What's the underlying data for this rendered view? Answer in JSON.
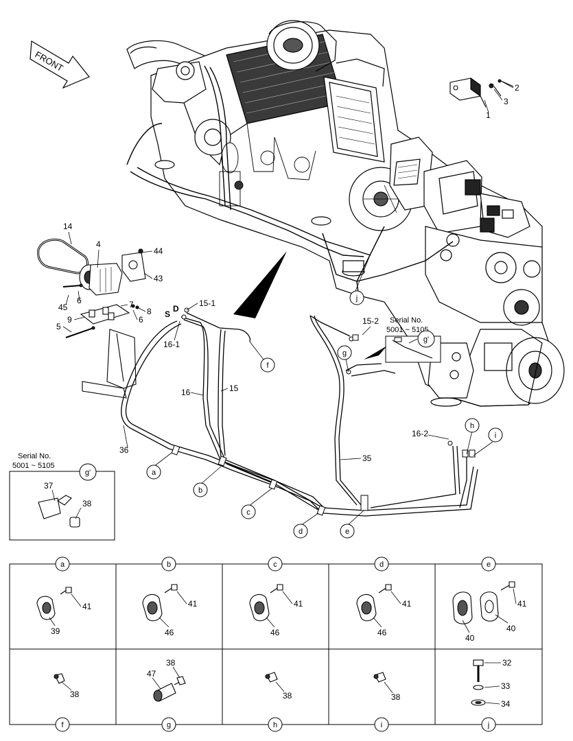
{
  "front_label": "FRONT",
  "serial_box": {
    "title": "Serial No.",
    "range": "5001 ~ 5105",
    "tag": "g'"
  },
  "main_labels": {
    "p14": "14",
    "p4": "4",
    "p44": "44",
    "p43": "43",
    "p45": "45",
    "p6a": "6",
    "p9": "9",
    "p7": "7",
    "p8": "8",
    "p6b": "6",
    "p5": "5",
    "pS": "S",
    "pD": "D",
    "p15_1": "15-1",
    "p16_1": "16-1",
    "p16": "16",
    "p15": "15",
    "p36": "36",
    "p35": "35",
    "p15_2": "15-2",
    "p16_2": "16-2",
    "p1": "1",
    "p2": "2",
    "p3": "3",
    "p37": "37",
    "p38": "38"
  },
  "callouts": [
    "a",
    "b",
    "c",
    "d",
    "e",
    "f",
    "g",
    "h",
    "i",
    "j",
    "g'"
  ],
  "detail_panels": {
    "top": [
      {
        "tag": "a",
        "parts": [
          "41",
          "39"
        ]
      },
      {
        "tag": "b",
        "parts": [
          "41",
          "46"
        ]
      },
      {
        "tag": "c",
        "parts": [
          "41",
          "46"
        ]
      },
      {
        "tag": "d",
        "parts": [
          "41",
          "46"
        ]
      },
      {
        "tag": "e",
        "parts": [
          "41",
          "40",
          "40"
        ]
      }
    ],
    "bottom": [
      {
        "tag": "f",
        "parts": [
          "38"
        ]
      },
      {
        "tag": "g",
        "parts": [
          "47",
          "38"
        ]
      },
      {
        "tag": "h",
        "parts": [
          "38"
        ]
      },
      {
        "tag": "i",
        "parts": [
          "38"
        ]
      },
      {
        "tag": "j",
        "parts": [
          "32",
          "33",
          "34"
        ]
      }
    ]
  }
}
